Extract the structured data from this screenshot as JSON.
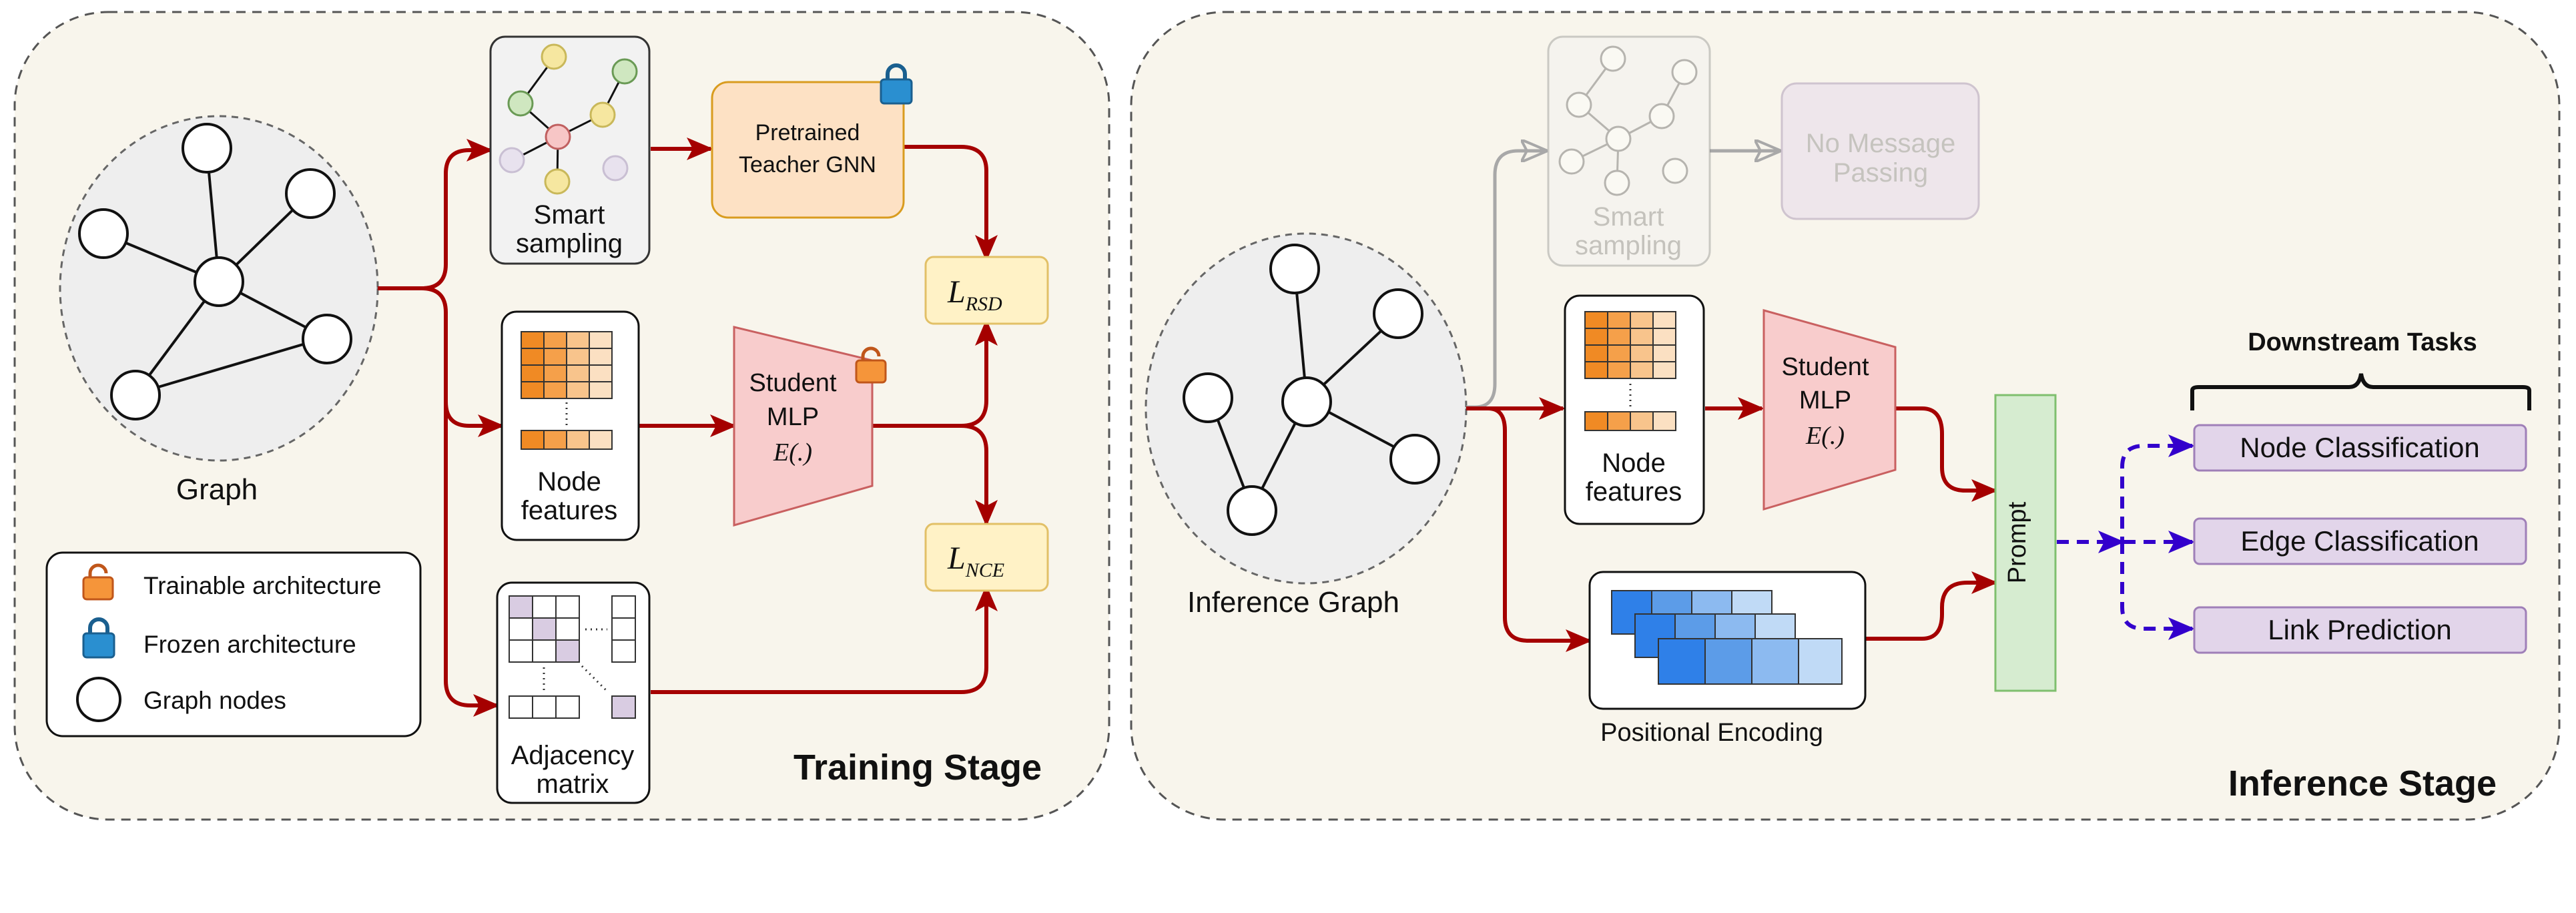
{
  "training": {
    "title": "Training Stage",
    "graph_label": "Graph",
    "smart_sampling": [
      "Smart",
      "sampling"
    ],
    "teacher": [
      "Pretrained",
      "Teacher GNN"
    ],
    "node_features": [
      "Node",
      "features"
    ],
    "adjacency": [
      "Adjacency",
      "matrix"
    ],
    "student": [
      "Student",
      "MLP",
      "E(.)"
    ],
    "loss_rsd": {
      "base": "L",
      "sub": "RSD"
    },
    "loss_nce": {
      "base": "L",
      "sub": "NCE"
    },
    "legend": {
      "trainable": "Trainable architecture",
      "frozen": "Frozen architecture",
      "nodes": "Graph nodes"
    }
  },
  "inference": {
    "title": "Inference Stage",
    "graph_label": "Inference Graph",
    "smart_sampling": [
      "Smart",
      "sampling"
    ],
    "no_mp": [
      "No Message",
      "Passing"
    ],
    "node_features": [
      "Node",
      "features"
    ],
    "student": [
      "Student",
      "MLP",
      "E(.)"
    ],
    "positional_encoding": "Positional Encoding",
    "prompt": "Prompt",
    "downstream_title": "Downstream Tasks",
    "tasks": [
      "Node Classification",
      "Edge Classification",
      "Link Prediction"
    ]
  },
  "colors": {
    "panel_bg": "#f8f5ec",
    "arrow_red": "#a50000",
    "arrow_gray": "#a8a8a8",
    "dashed_purple": "#3300cc",
    "orange": "#f59a3a",
    "blue": "#4a90e2",
    "teacher_fill": "#fde1c4",
    "student_fill": "#f8cccc",
    "loss_fill": "#fff2c6",
    "prompt_fill": "#d6ecd0",
    "task_fill": "#e2d5ea",
    "adj_fill": "#d9cce2"
  }
}
